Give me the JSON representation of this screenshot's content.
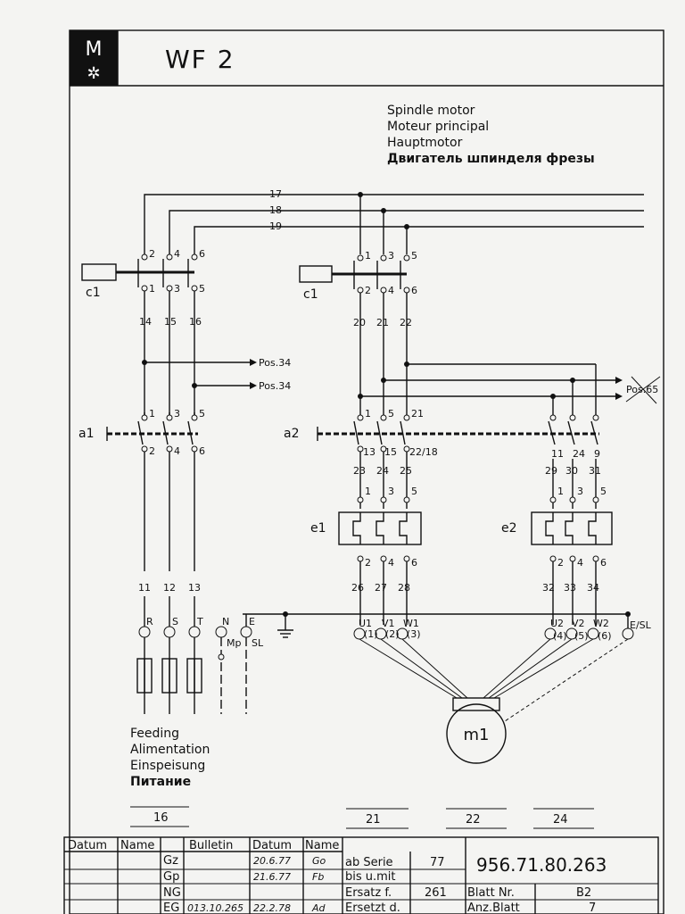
{
  "header": {
    "title": "WF 2",
    "logo_text": "M"
  },
  "description": {
    "lines": [
      "Spindle motor",
      "Moteur principal",
      "Hauptmotor",
      "Двигатель шпинделя фрезы"
    ]
  },
  "wires": {
    "w17": "17",
    "w18": "18",
    "w19": "19",
    "l14": "14",
    "l15": "15",
    "l16": "16",
    "r20": "20",
    "r21": "21",
    "r22": "22",
    "r23": "23",
    "r24": "24",
    "r25": "25",
    "r29": "29",
    "r30": "30",
    "r31": "31",
    "l11": "11",
    "l12": "12",
    "l13": "13",
    "r26": "26",
    "r27": "27",
    "r28": "28",
    "r32": "32",
    "r33": "33",
    "r34": "34"
  },
  "contactor_c1_left": {
    "name": "c1",
    "top": [
      "2",
      "4",
      "6"
    ],
    "bottom": [
      "1",
      "3",
      "5"
    ]
  },
  "contactor_c1_right": {
    "name": "c1",
    "top": [
      "1",
      "3",
      "5"
    ],
    "bottom": [
      "2",
      "4",
      "6"
    ]
  },
  "switch_a1": {
    "name": "a1",
    "top": [
      "1",
      "3",
      "5"
    ],
    "bottom": [
      "2",
      "4",
      "6"
    ]
  },
  "switch_a2": {
    "name": "a2",
    "top": [
      "1",
      "5",
      "21"
    ],
    "bottom": [
      "13",
      "15",
      "22/18"
    ],
    "aux": [
      "11",
      "24",
      "9"
    ]
  },
  "relay_e1": {
    "name": "e1",
    "top": [
      "1",
      "3",
      "5"
    ],
    "bottom": [
      "2",
      "4",
      "6"
    ]
  },
  "relay_e2": {
    "name": "e2",
    "top": [
      "1",
      "3",
      "5"
    ],
    "bottom": [
      "2",
      "4",
      "6"
    ]
  },
  "references": {
    "pos34a": "Pos.34",
    "pos34b": "Pos.34",
    "pos65": "Pos.65"
  },
  "terminals": {
    "supply": [
      "R",
      "S",
      "T",
      "N",
      "E"
    ],
    "mp": "Mp",
    "sl": "SL",
    "motor_left": [
      "U1",
      "V1",
      "W1"
    ],
    "motor_left_sub": [
      "(1)",
      "(2)",
      "(3)"
    ],
    "motor_right": [
      "U2",
      "V2",
      "W2"
    ],
    "motor_right_sub": [
      "(4)",
      "(5)",
      "(6)"
    ],
    "esl": "E/SL"
  },
  "motor": {
    "name": "m1"
  },
  "feeding": {
    "lines": [
      "Feeding",
      "Alimentation",
      "Einspeisung",
      "Питание"
    ]
  },
  "columns": [
    "16",
    "21",
    "22",
    "24"
  ],
  "title_block": {
    "headers": {
      "datum": "Datum",
      "name": "Name",
      "bulletin": "Bulletin",
      "datum2": "Datum",
      "name2": "Name"
    },
    "rows": [
      {
        "code": "Gz",
        "date": "20.6.77",
        "sig": "Go"
      },
      {
        "code": "Gp",
        "date": "21.6.77",
        "sig": "Fb"
      },
      {
        "code": "NG",
        "date": "",
        "sig": ""
      },
      {
        "code": "EG",
        "bulletin": "013.10.265",
        "date": "22.2.78",
        "sig": "Ad"
      }
    ],
    "ab_serie": "ab Serie",
    "ab_serie_val": "77",
    "bis_umit": "bis u.mit",
    "ersatz_f": "Ersatz f.",
    "ersatz_f_val": "261",
    "ersetzt_d": "Ersetzt d.",
    "drawing_no": "956.71.80.263",
    "blatt_nr": "Blatt Nr.",
    "blatt_nr_val": "B2",
    "anz_blatt": "Anz.Blatt",
    "anz_blatt_val": "7"
  }
}
